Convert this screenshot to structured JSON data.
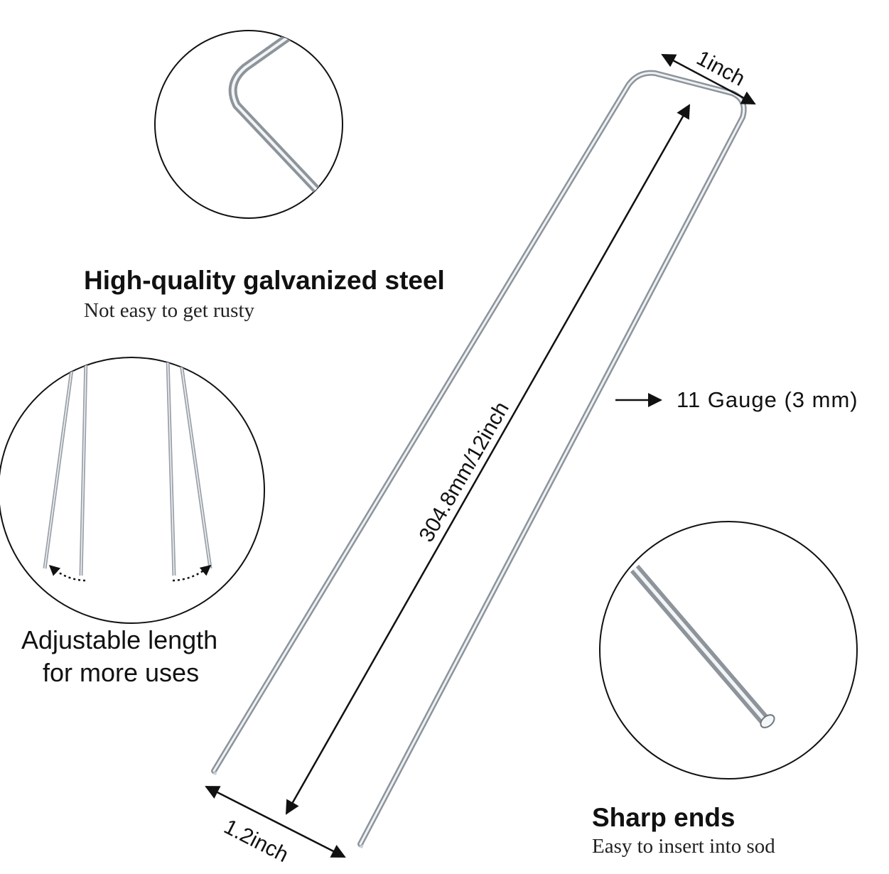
{
  "features": {
    "steel": {
      "title": "High-quality galvanized steel",
      "subtitle": "Not easy to get rusty"
    },
    "adjustable": {
      "line1": "Adjustable length",
      "line2": "for more uses"
    },
    "sharp": {
      "title": "Sharp ends",
      "subtitle": "Easy to insert into sod"
    }
  },
  "dimensions": {
    "top_width": "1inch",
    "length": "304.8mm/12inch",
    "bottom_width": "1.2inch",
    "gauge": "11 Gauge (3 mm)"
  },
  "colors": {
    "steel_dark": "#8d949b",
    "steel_light": "#e9edf0",
    "outline": "#111111",
    "text": "#111111"
  }
}
